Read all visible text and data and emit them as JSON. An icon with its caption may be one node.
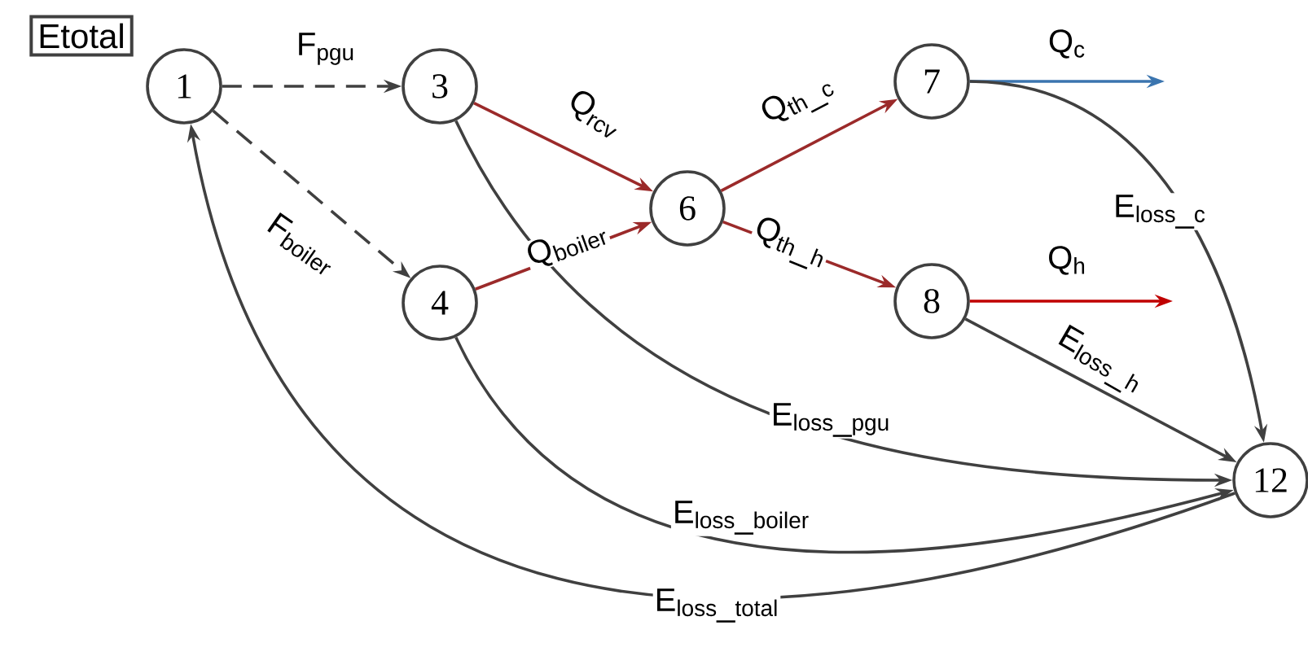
{
  "diagram": {
    "nodes": [
      {
        "text": [
          "Etotal"
        ]
      },
      {
        "text": [
          "1"
        ]
      },
      {
        "text": [
          "3"
        ]
      },
      {
        "text": [
          "4"
        ]
      },
      {
        "text": [
          "6"
        ]
      },
      {
        "text": [
          "7"
        ]
      },
      {
        "text": [
          "8"
        ]
      },
      {
        "text": [
          "12"
        ]
      }
    ],
    "edges": [
      {
        "from": 1,
        "to": 2,
        "arrow": "to",
        "label": "\\mathrm{F}_{\\mathrm{pgu}}",
        "style": "dashed"
      },
      {
        "from": 1,
        "to": 3,
        "arrow": "to",
        "label": "\\mathrm{F}_{\\mathrm{boiler}}",
        "style": "dashed"
      },
      {
        "from": 2,
        "to": 4,
        "arrow": "to",
        "label": "\\mathrm{Q}_{\\mathrm{rcv}}",
        "color": "#9b2a2a"
      },
      {
        "from": 3,
        "to": 4,
        "arrow": "to",
        "label": "\\mathrm{Q}_{\\mathrm{boiler}}",
        "color": "#9b2a2a"
      },
      {
        "from": 4,
        "to": 5,
        "arrow": "to",
        "label": "\\mathrm{Q}_{\\mathrm{th\\_c}}",
        "color": "#9b2a2a"
      },
      {
        "from": 4,
        "to": 6,
        "arrow": "to",
        "label": "\\mathrm{Q}_{\\mathrm{th\\_h}}",
        "color": "#9b2a2a"
      },
      {
        "from": 5,
        "to": null,
        "arrow": "to",
        "label": "\\mathrm{Q}_{\\mathrm{c}}",
        "color": "#3b75af"
      },
      {
        "from": 6,
        "to": null,
        "arrow": "to",
        "label": "\\mathrm{Q}_{\\mathrm{h}}",
        "color": "#c00000"
      },
      {
        "from": 5,
        "to": 7,
        "arrow": "to",
        "label": "\\mathrm{E}_{\\mathrm{loss\\_c}}"
      },
      {
        "from": 6,
        "to": 7,
        "arrow": "to",
        "label": "\\mathrm{E}_{\\mathrm{loss\\_h}}"
      },
      {
        "from": 2,
        "to": 7,
        "arrow": "to",
        "label": "\\mathrm{E}_{\\mathrm{loss\\_pgu}}"
      },
      {
        "from": 3,
        "to": 7,
        "arrow": "to",
        "label": "\\mathrm{E}_{\\mathrm{loss\\_boiler}}"
      },
      {
        "from": 7,
        "to": 1,
        "arrow": "to",
        "label": "\\mathrm{E}_{\\mathrm{loss\\_total}}"
      }
    ]
  }
}
